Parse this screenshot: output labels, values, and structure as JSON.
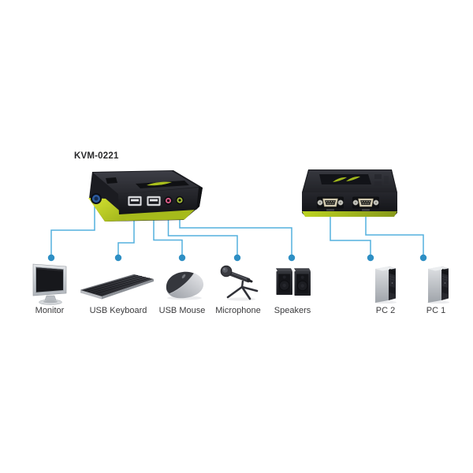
{
  "diagram": {
    "title": "KVM-0221",
    "devices": [
      {
        "id": "monitor",
        "label": "Monitor"
      },
      {
        "id": "usb-keyboard",
        "label": "USB Keyboard"
      },
      {
        "id": "usb-mouse",
        "label": "USB Mouse"
      },
      {
        "id": "microphone",
        "label": "Microphone"
      },
      {
        "id": "speakers",
        "label": "Speakers"
      },
      {
        "id": "pc-2",
        "label": "PC 2"
      },
      {
        "id": "pc-1",
        "label": "PC 1"
      }
    ],
    "icons": {
      "kvm_switch_front": "kvm-switch-front-icon",
      "kvm_switch_rear": "kvm-switch-rear-icon",
      "monitor": "monitor-icon",
      "usb_keyboard": "keyboard-icon",
      "usb_mouse": "mouse-icon",
      "microphone": "microphone-icon",
      "speakers": "speakers-icon",
      "pc_2": "pc-tower-icon",
      "pc_1": "pc-tower-icon"
    },
    "colors": {
      "wire": "#54b0de",
      "wire_dot": "#2e8fc4",
      "accent_green": "#b9d021",
      "device_body": "#1d1e23",
      "mic_jack": "#d45984",
      "speaker_jack": "#a3ba35",
      "label_text": "#3a3a3c"
    }
  }
}
